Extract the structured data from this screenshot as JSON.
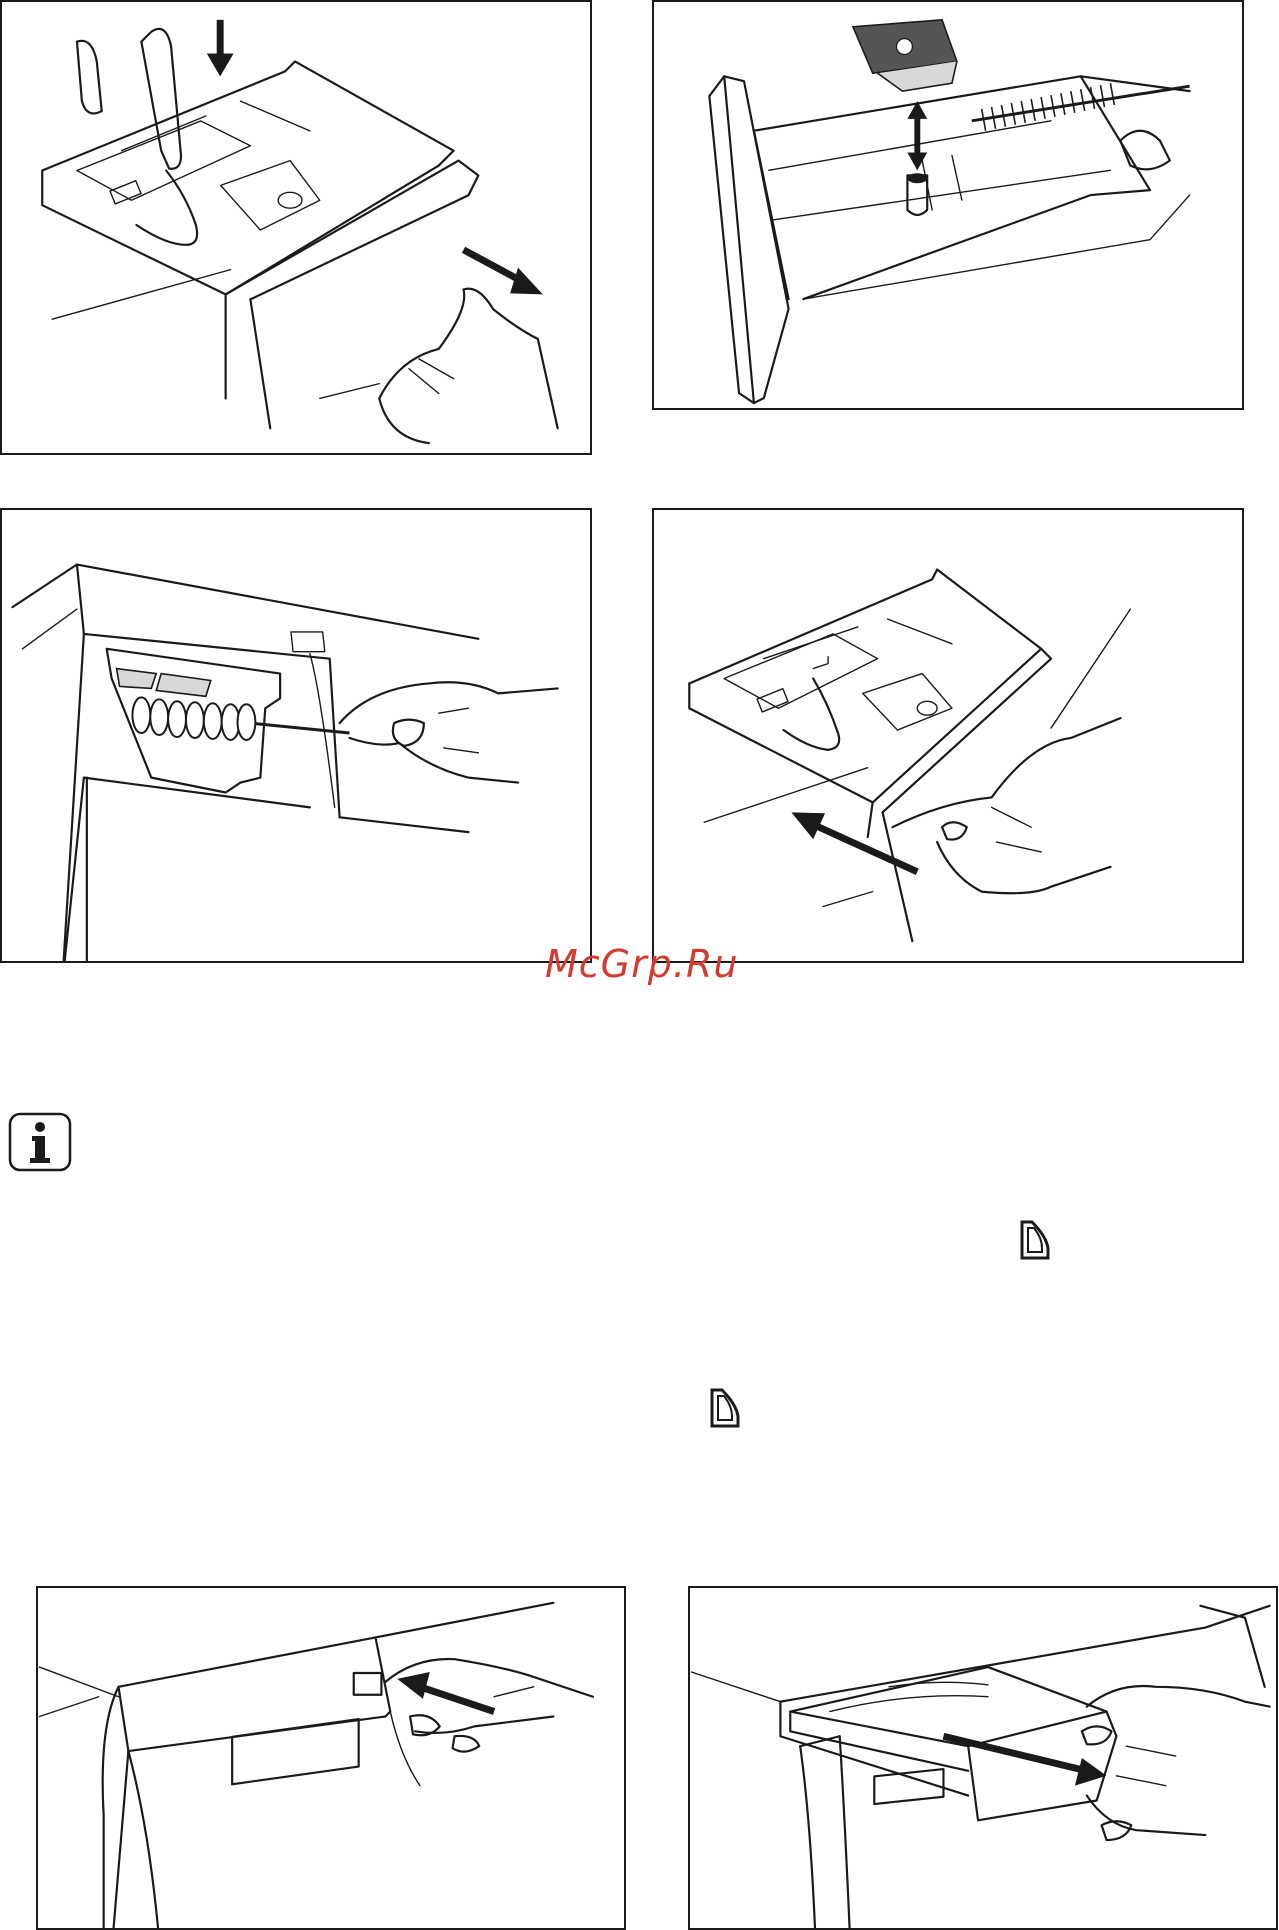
{
  "watermark": {
    "text": "McGrp.Ru",
    "color": "#d23b2f"
  },
  "figures": [
    {
      "name": "press-release-lever-pull-out-drawer",
      "icon": "hand-press-arrow"
    },
    {
      "name": "remove-cap-clean-with-brush",
      "icon": "brush-cap-arrow"
    },
    {
      "name": "clean-drawer-recess-with-brush",
      "icon": "brush"
    },
    {
      "name": "push-drawer-back-in",
      "icon": "hand-push-arrow"
    },
    {
      "name": "press-button-open-drawer",
      "icon": "hand-press-arrow"
    },
    {
      "name": "pull-out-drawer-tray",
      "icon": "hand-pull-arrow"
    }
  ],
  "icons": {
    "info": "info-icon",
    "dispenser_symbol": "liquid-detergent-flap-icon"
  }
}
